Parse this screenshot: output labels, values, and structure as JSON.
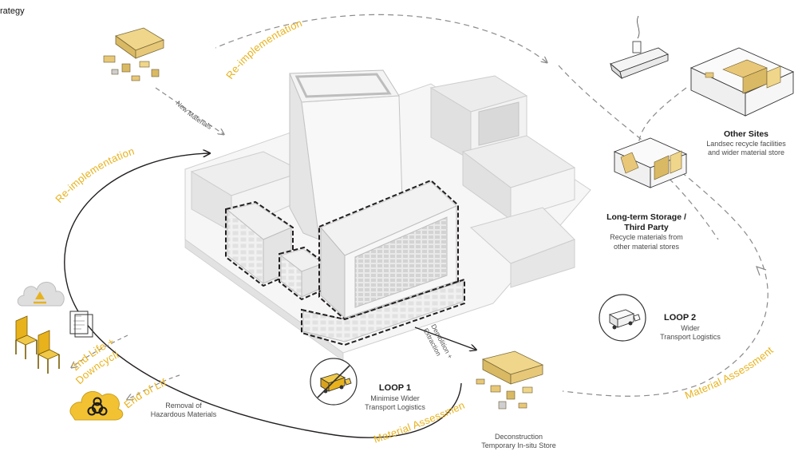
{
  "title_fragment": "rategy",
  "flow_labels": {
    "reimplementation_top": "Re-implementation",
    "reimplementation_left": "Re-implementation",
    "material_assessment_bottom": "Material Assessment",
    "material_assessment_right": "Material Assessment",
    "second_life": "2nd Life +",
    "downcycling": "Downcycling",
    "end_of_life": "End of Life",
    "new_materials": "New Materials",
    "demolition_line1": "Demolition +",
    "demolition_line2": "Extraction"
  },
  "nodes": {
    "other_sites": {
      "title": "Other Sites",
      "line1": "Landsec recycle facilities",
      "line2": "and wider material store"
    },
    "long_term_storage": {
      "title_line1": "Long-term Storage /",
      "title_line2": "Third Party",
      "line1": "Recycle materials from",
      "line2": "other material stores"
    },
    "loop2": {
      "title": "LOOP 2",
      "line1": "Wider",
      "line2": "Transport Logistics"
    },
    "loop1": {
      "title": "LOOP 1",
      "line1": "Minimise Wider",
      "line2": "Transport Logistics"
    },
    "deconstruction": {
      "line1": "Deconstruction",
      "line2": "Temporary In-situ Store"
    },
    "hazardous": {
      "line1": "Removal of",
      "line2": "Hazardous Materials"
    }
  },
  "icons": [
    "recycle-icon",
    "chair-icon",
    "document-icon",
    "biohazard-icon",
    "truck-icon",
    "ship-icon",
    "material-pile-icon",
    "building-model-icon",
    "storage-room-icon"
  ],
  "colors": {
    "accent": "#e8b21c",
    "line": "#231f20",
    "dashed": "#8a8a8a",
    "building": "#f2f2f2",
    "building_edge": "#c8c8c8"
  }
}
